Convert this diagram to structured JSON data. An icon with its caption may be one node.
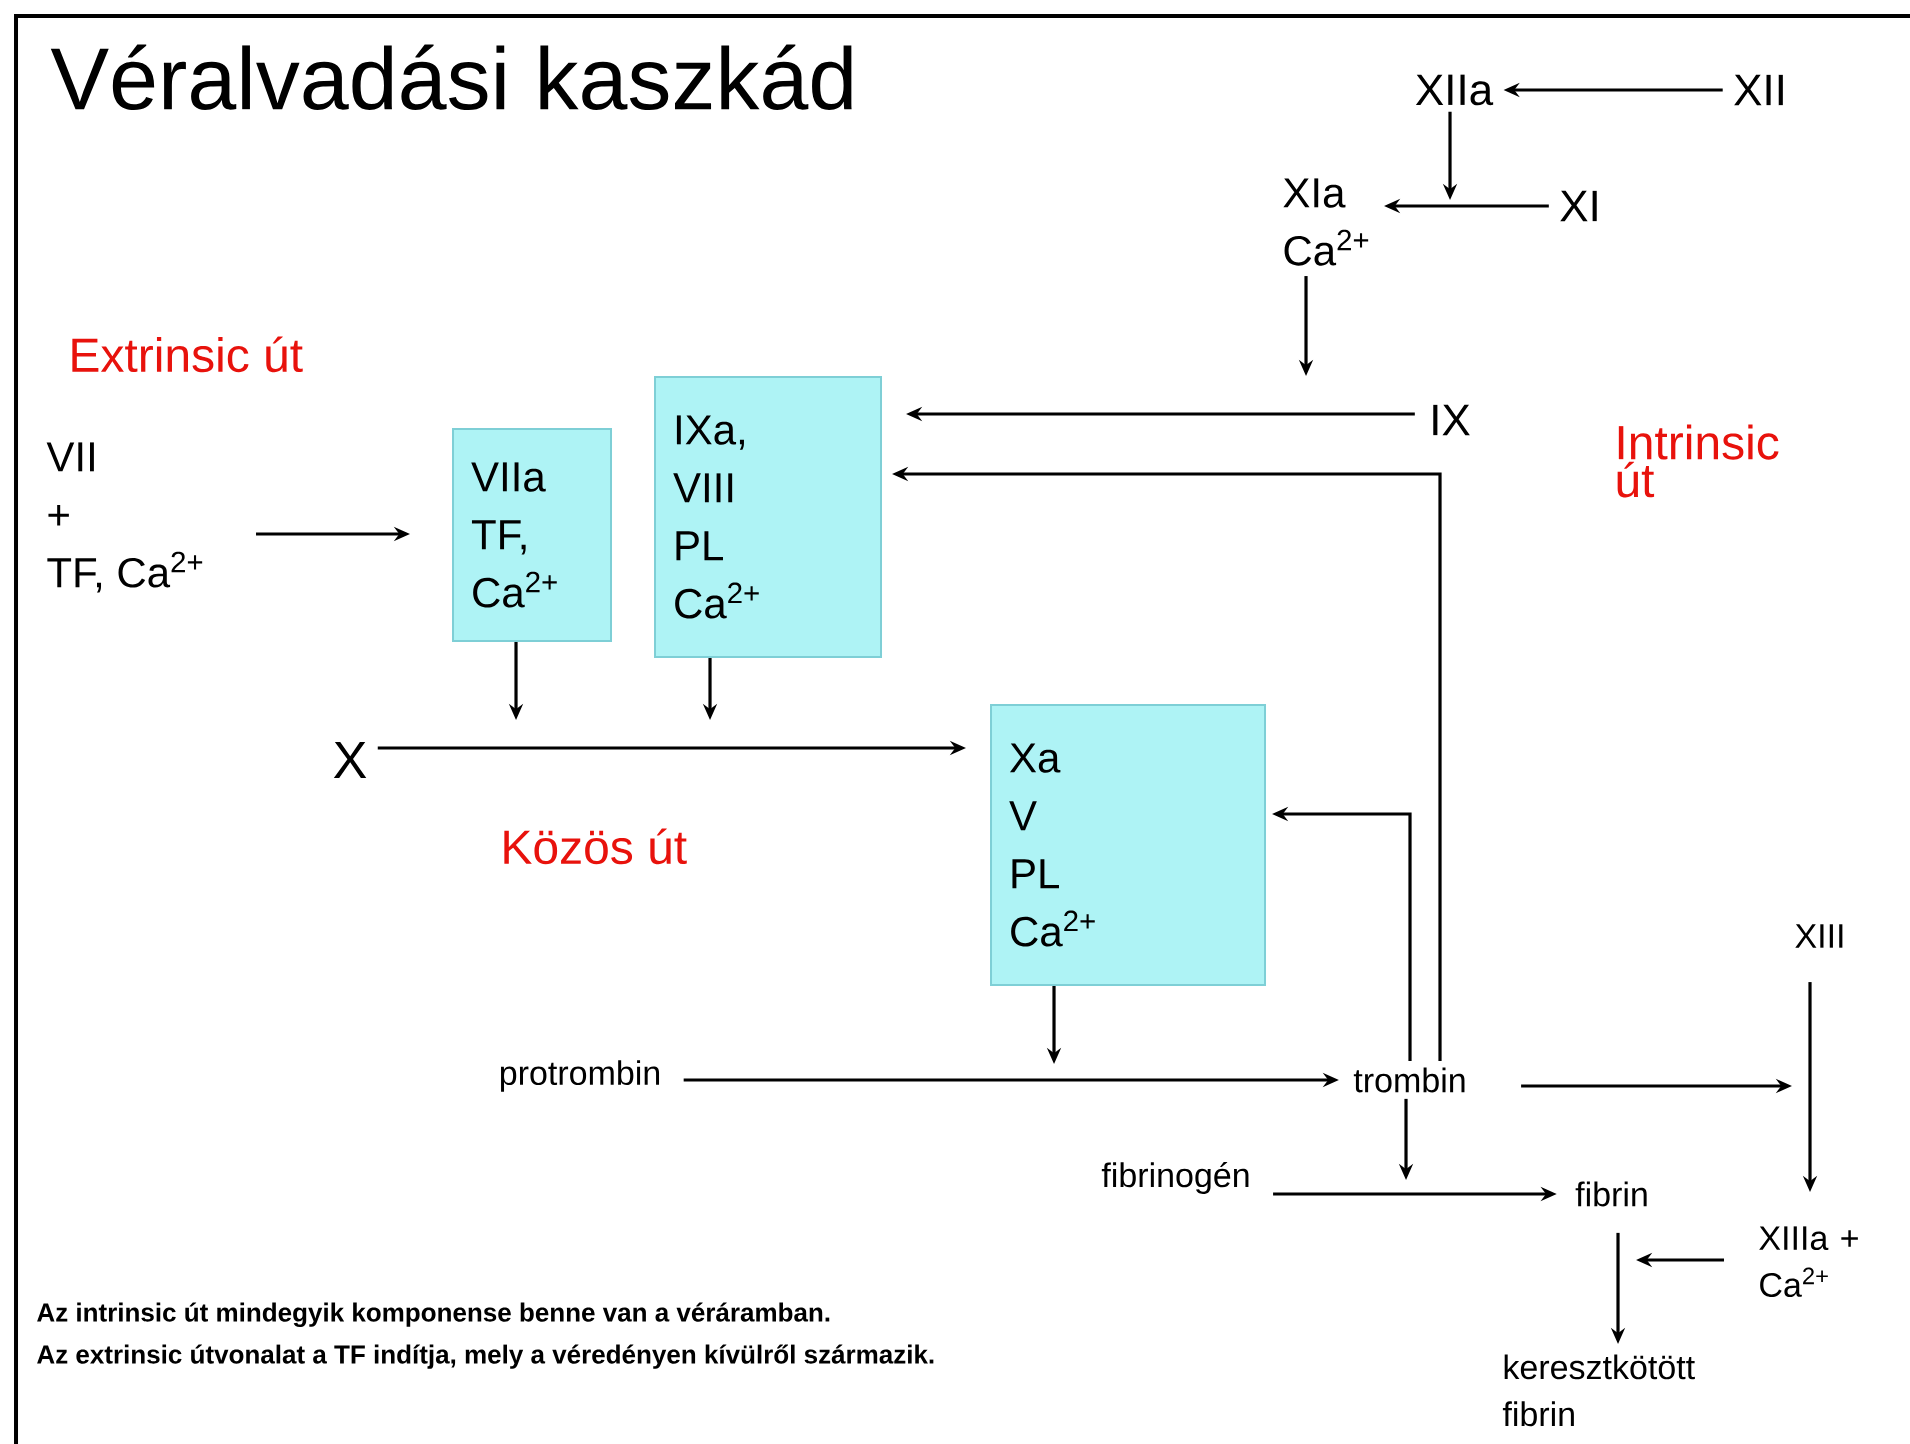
{
  "diagram": {
    "title": "Véralvadási kaszkád",
    "nodes": [
      {
        "text": [
          "XIIa"
        ]
      },
      {
        "text": [
          "XII"
        ]
      },
      {
        "text": [
          "XI"
        ]
      },
      {
        "text": [
          "XIa",
          "Ca$^{2+}$"
        ]
      },
      {
        "text": [
          "IX"
        ]
      },
      {
        "text": [
          "VII",
          "+",
          "TF, Ca$^{2+}$"
        ]
      },
      {
        "text": [
          "VIIa",
          "TF,",
          "Ca$^{2+}$"
        ]
      },
      {
        "text": [
          "IXa,",
          "VIII",
          "PL",
          "Ca$^{2+}$"
        ]
      },
      {
        "text": [
          "X"
        ]
      },
      {
        "text": [
          "Xa",
          "V",
          "PL",
          "Ca$^{2+}$"
        ]
      },
      {
        "text": [
          "XIII"
        ]
      },
      {
        "text": [
          "protrombin"
        ]
      },
      {
        "text": [
          "trombin"
        ]
      },
      {
        "text": [
          "fibrinogén"
        ]
      },
      {
        "text": [
          "fibrin"
        ]
      },
      {
        "text": [
          "XIIIa + Ca$^{2+}$"
        ]
      },
      {
        "text": [
          "keresztkötött fibrin"
        ]
      }
    ],
    "edges": [
      {
        "from": 1,
        "to": 0,
        "arrow": "to"
      },
      {
        "from": 2,
        "to": 3,
        "arrow": "to"
      },
      {
        "from": 0,
        "to": null,
        "arrow": "to"
      },
      {
        "from": 3,
        "to": null,
        "arrow": "to"
      },
      {
        "from": 4,
        "to": 7,
        "arrow": "to"
      },
      {
        "from": 12,
        "to": 7,
        "arrow": "to"
      },
      {
        "from": 5,
        "to": 6,
        "arrow": "to"
      },
      {
        "from": 6,
        "to": null,
        "arrow": "to"
      },
      {
        "from": 7,
        "to": null,
        "arrow": "to"
      },
      {
        "from": 8,
        "to": 9,
        "arrow": "to"
      },
      {
        "from": 12,
        "to": 9,
        "arrow": "to"
      },
      {
        "from": 9,
        "to": null,
        "arrow": "to"
      },
      {
        "from": 11,
        "to": 12,
        "arrow": "to"
      },
      {
        "from": 12,
        "to": null,
        "arrow": "to"
      },
      {
        "from": 13,
        "to": 14,
        "arrow": "to"
      },
      {
        "from": 12,
        "to": null,
        "arrow": "to"
      },
      {
        "from": 10,
        "to": 15,
        "arrow": "to"
      },
      {
        "from": 15,
        "to": null,
        "arrow": "to"
      },
      {
        "from": 14,
        "to": 16,
        "arrow": "to"
      }
    ],
    "labels": [
      "Extrinsic út",
      "Intrinsic út",
      "Közös út",
      "Az intrinsic út mindegyik komponense benne van a véráramban.",
      "Az extrinsic útvonalat a TF indítja, mely a véredényen kívülről származik."
    ]
  }
}
